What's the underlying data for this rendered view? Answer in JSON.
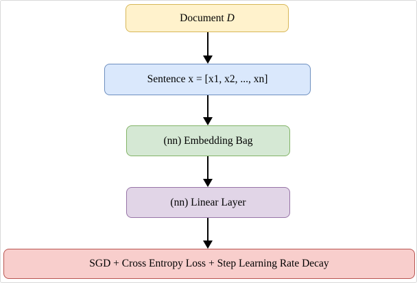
{
  "diagram": {
    "type": "flowchart",
    "direction": "top-to-bottom",
    "arrow_color": "#000000",
    "nodes": [
      {
        "id": "document",
        "label": "Document ",
        "label_italic": "D",
        "fill": "#FFF2CC",
        "border": "#D6B656"
      },
      {
        "id": "sentence",
        "label": "Sentence x = [x1, x2, ..., xn]",
        "fill": "#DAE8FC",
        "border": "#6C8EBF"
      },
      {
        "id": "embedding-bag",
        "label": "(nn) Embedding Bag",
        "fill": "#D5E8D4",
        "border": "#82B366"
      },
      {
        "id": "linear-layer",
        "label": "(nn) Linear Layer",
        "fill": "#E1D5E7",
        "border": "#9673A6"
      },
      {
        "id": "training",
        "label": "SGD + Cross Entropy Loss + Step Learning Rate Decay",
        "fill": "#F8CECC",
        "border": "#B85450"
      }
    ],
    "edges": [
      {
        "from": "document",
        "to": "sentence"
      },
      {
        "from": "sentence",
        "to": "embedding-bag"
      },
      {
        "from": "embedding-bag",
        "to": "linear-layer"
      },
      {
        "from": "linear-layer",
        "to": "training"
      }
    ]
  }
}
